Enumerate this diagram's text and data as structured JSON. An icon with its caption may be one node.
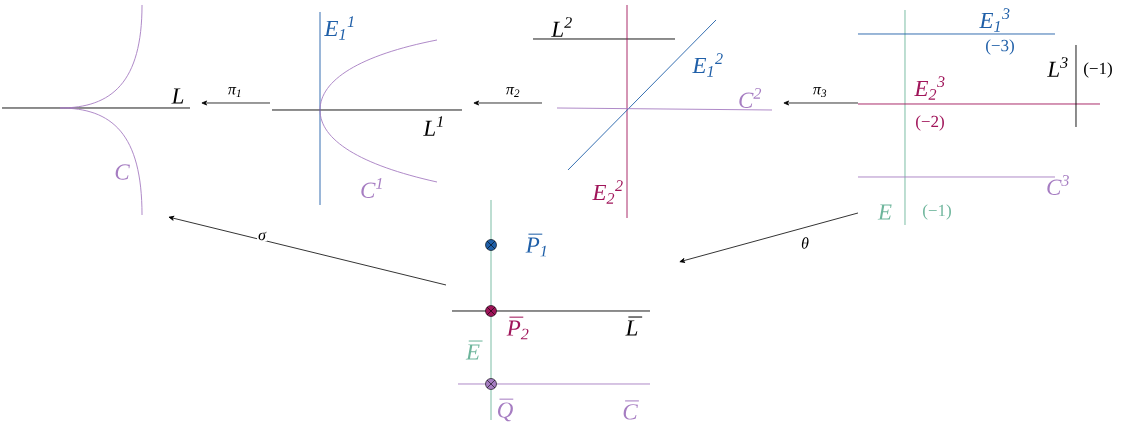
{
  "diagram": {
    "nodes": [
      {
        "text": [
          "L",
          "C"
        ]
      },
      {
        "text": [
          "E$_{1}$$^{1}$",
          "L$^{1}$",
          "C$^{1}$"
        ]
      },
      {
        "text": [
          "L$^{2}$",
          "E$_{1}$$^{2}$",
          "C$^{2}$",
          "E$_{2}$$^{2}$"
        ]
      },
      {
        "text": [
          "E$_{1}$$^{3}$",
          "(−3)",
          "L$^{3}$",
          "(−1)",
          "E$_{2}$$^{3}$",
          "(−2)",
          "C$^{3}$",
          "E",
          "(−1)"
        ]
      },
      {
        "text": [
          "P$_{1}$",
          "P$_{2}$",
          "L",
          "E",
          "Q",
          "C"
        ]
      }
    ],
    "edges": [
      {
        "from": 1,
        "to": 0,
        "arrow": "to",
        "label": "π$_{1}$"
      },
      {
        "from": 2,
        "to": 1,
        "arrow": "to",
        "label": "π$_{2}$"
      },
      {
        "from": 3,
        "to": 2,
        "arrow": "to",
        "label": "π$_{3}$"
      },
      {
        "from": 4,
        "to": 0,
        "arrow": "to",
        "label": "σ"
      },
      {
        "from": 3,
        "to": 4,
        "arrow": "to",
        "label": "θ"
      }
    ]
  }
}
